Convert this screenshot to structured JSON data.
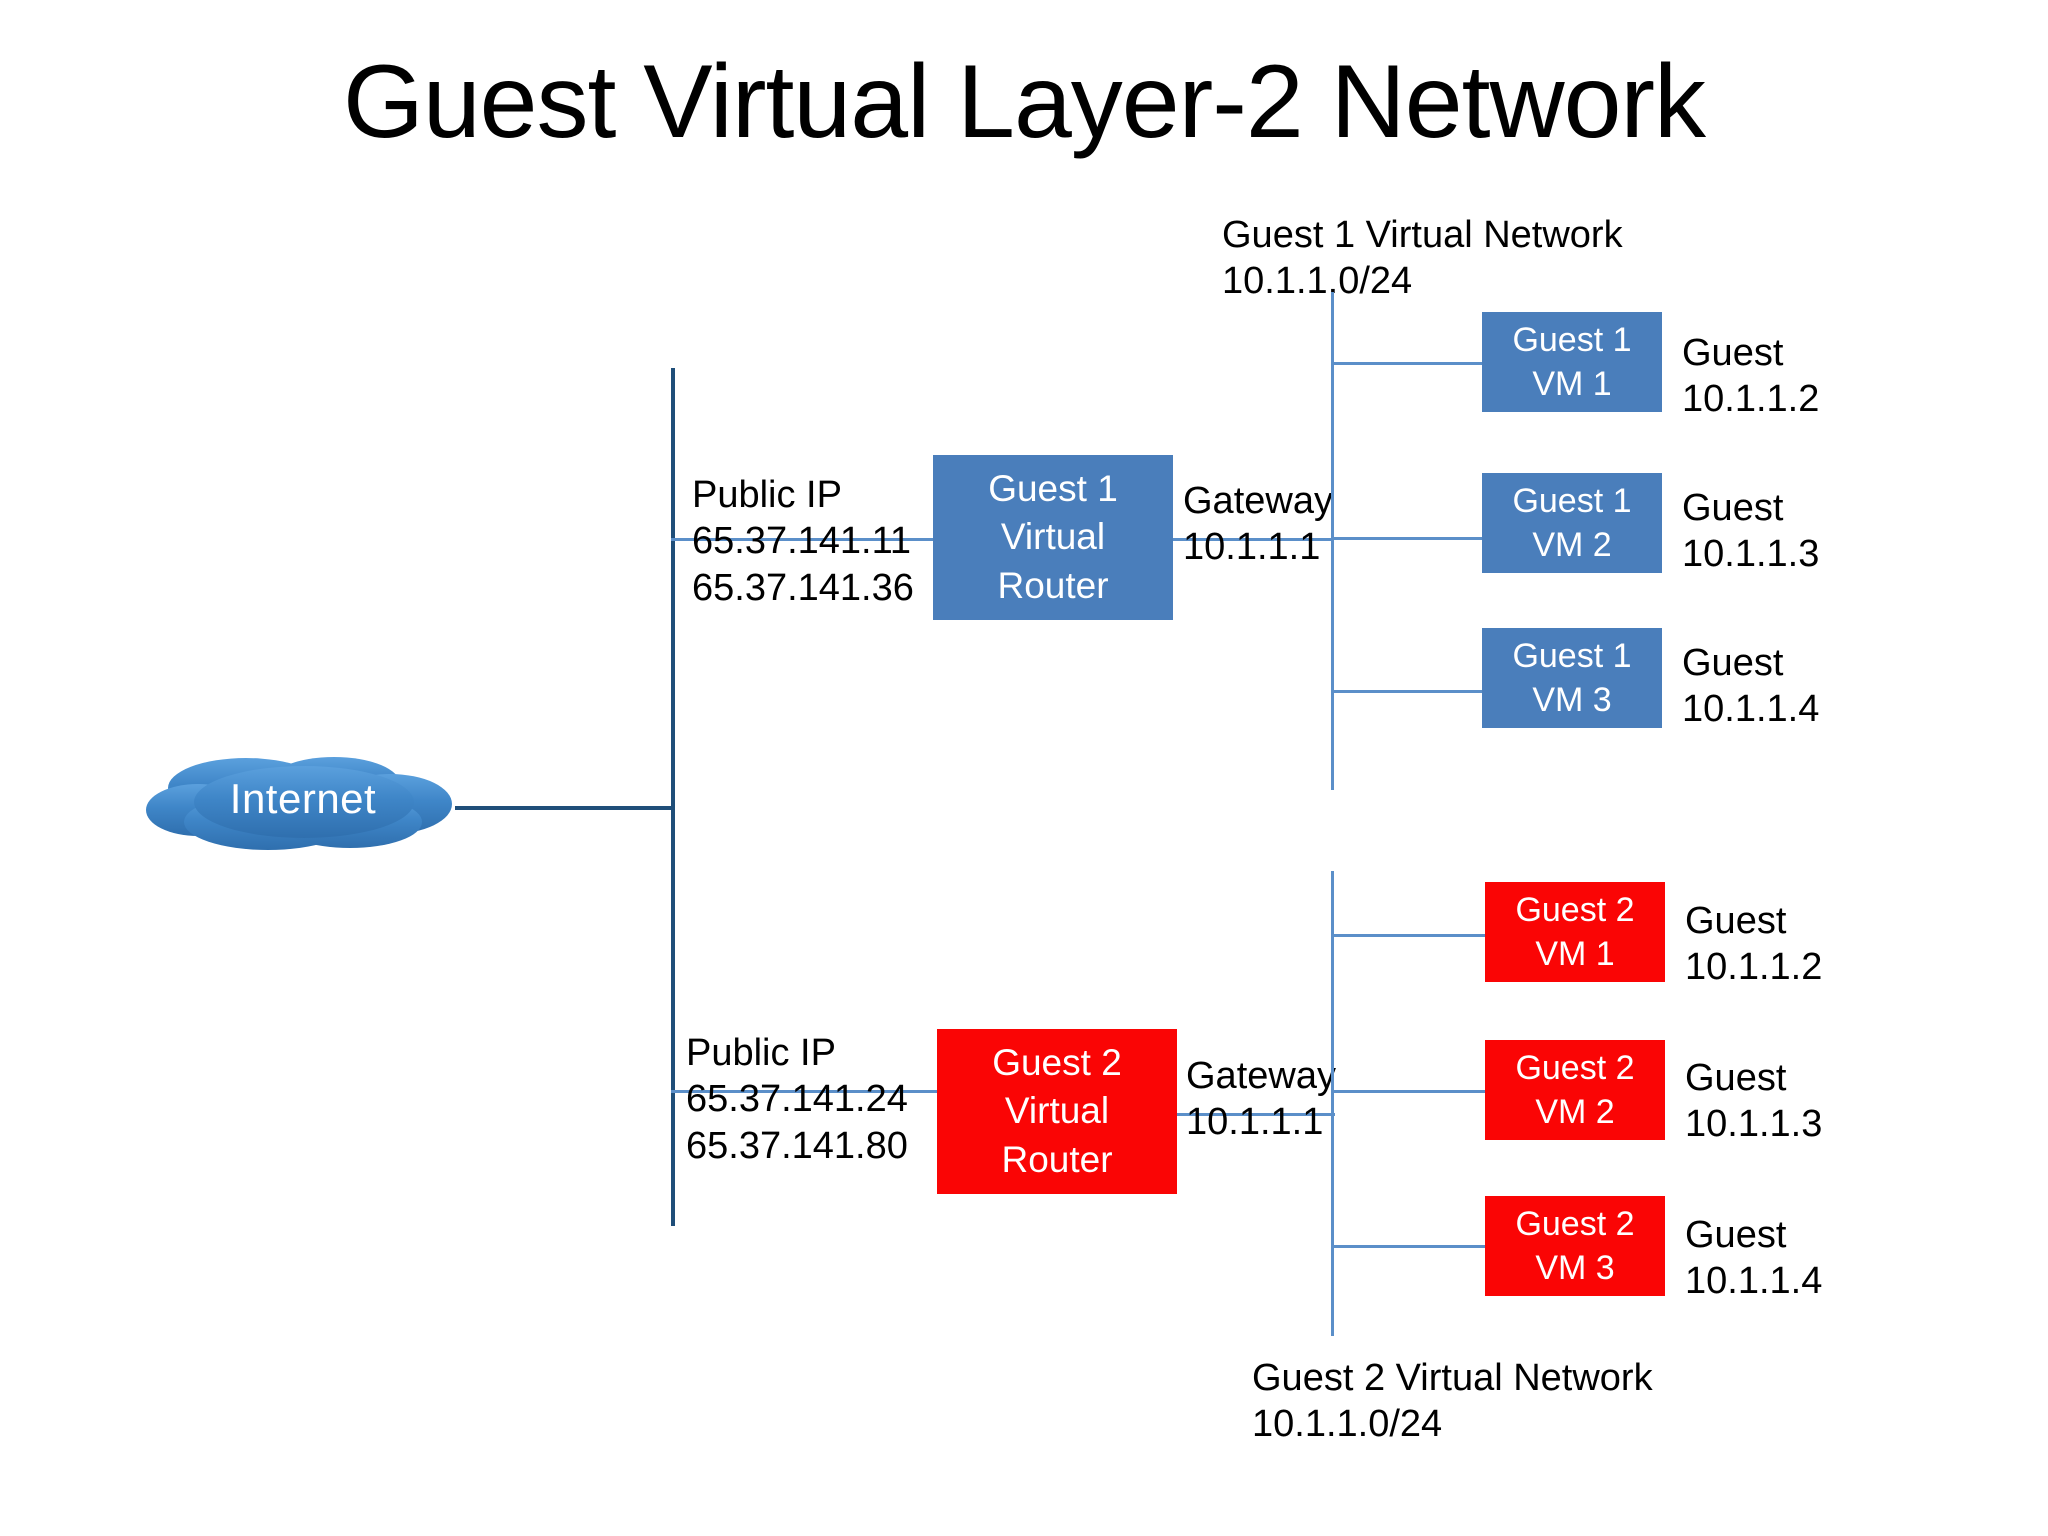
{
  "title": "Guest Virtual Layer-2 Network",
  "colors": {
    "guest1_node": "#4a7ebb",
    "guest2_node": "#fa0505",
    "connector": "#5b8fc9",
    "trunk": "#1f4e79",
    "cloud": "#3c82c4",
    "node_text": "#ffffff",
    "label_text": "#000000",
    "background": "#ffffff"
  },
  "internet": {
    "label": "Internet"
  },
  "guest1": {
    "network_label_line1": "Guest 1 Virtual Network",
    "network_label_line2": "10.1.1.0/24",
    "public_ip_label": "Public IP",
    "public_ip_1": "65.37.141.11",
    "public_ip_2": "65.37.141.36",
    "router": {
      "line1": "Guest 1",
      "line2": "Virtual",
      "line3": "Router"
    },
    "gateway_label": "Gateway",
    "gateway_ip": "10.1.1.1",
    "vms": [
      {
        "box_line1": "Guest 1",
        "box_line2": "VM 1",
        "caption_line1": "Guest",
        "caption_line2": "10.1.1.2"
      },
      {
        "box_line1": "Guest 1",
        "box_line2": "VM 2",
        "caption_line1": "Guest",
        "caption_line2": "10.1.1.3"
      },
      {
        "box_line1": "Guest 1",
        "box_line2": "VM 3",
        "caption_line1": "Guest",
        "caption_line2": "10.1.1.4"
      }
    ]
  },
  "guest2": {
    "network_label_line1": "Guest 2 Virtual Network",
    "network_label_line2": "10.1.1.0/24",
    "public_ip_label": "Public IP",
    "public_ip_1": "65.37.141.24",
    "public_ip_2": "65.37.141.80",
    "router": {
      "line1": "Guest 2",
      "line2": "Virtual",
      "line3": "Router"
    },
    "gateway_label": "Gateway",
    "gateway_ip": "10.1.1.1",
    "vms": [
      {
        "box_line1": "Guest 2",
        "box_line2": "VM 1",
        "caption_line1": "Guest",
        "caption_line2": "10.1.1.2"
      },
      {
        "box_line1": "Guest 2",
        "box_line2": "VM 2",
        "caption_line1": "Guest",
        "caption_line2": "10.1.1.3"
      },
      {
        "box_line1": "Guest 2",
        "box_line2": "VM 3",
        "caption_line1": "Guest",
        "caption_line2": "10.1.1.4"
      }
    ]
  }
}
